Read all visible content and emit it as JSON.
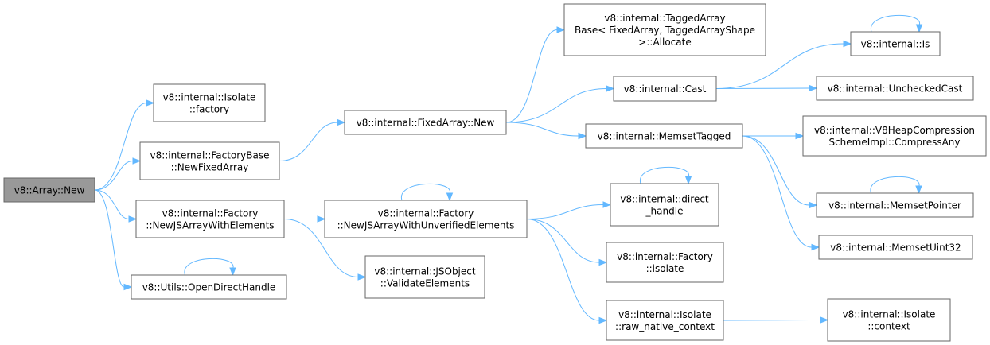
{
  "graph": {
    "edge_color": "#63b8ff",
    "node_border": "#666666",
    "root_fill": "#999999",
    "nodes": [
      {
        "id": "array_new",
        "lines": [
          "v8::Array::New"
        ],
        "root": true
      },
      {
        "id": "isolate_factory",
        "lines": [
          "v8::internal::Isolate",
          "::factory"
        ]
      },
      {
        "id": "factorybase_newfixedarray",
        "lines": [
          "v8::internal::FactoryBase",
          "::NewFixedArray"
        ]
      },
      {
        "id": "factory_newjsarraywithelements",
        "lines": [
          "v8::internal::Factory",
          "::NewJSArrayWithElements"
        ]
      },
      {
        "id": "utils_opendirecthandle",
        "lines": [
          "v8::Utils::OpenDirectHandle"
        ]
      },
      {
        "id": "fixedarray_new",
        "lines": [
          "v8::internal::FixedArray::New"
        ]
      },
      {
        "id": "factory_newjsarraywithunverified",
        "lines": [
          "v8::internal::Factory",
          "::NewJSArrayWithUnverifiedElements"
        ]
      },
      {
        "id": "jsobject_validateelements",
        "lines": [
          "v8::internal::JSObject",
          "::ValidateElements"
        ]
      },
      {
        "id": "taggedarraybase_allocate",
        "lines": [
          "v8::internal::TaggedArray",
          "Base< FixedArray, TaggedArrayShape",
          ">::Allocate"
        ]
      },
      {
        "id": "cast",
        "lines": [
          "v8::internal::Cast"
        ]
      },
      {
        "id": "memsettagged",
        "lines": [
          "v8::internal::MemsetTagged"
        ]
      },
      {
        "id": "direct_handle",
        "lines": [
          "v8::internal::direct",
          "_handle"
        ]
      },
      {
        "id": "factory_isolate",
        "lines": [
          "v8::internal::Factory",
          "::isolate"
        ]
      },
      {
        "id": "isolate_raw_native_context",
        "lines": [
          "v8::internal::Isolate",
          "::raw_native_context"
        ]
      },
      {
        "id": "is",
        "lines": [
          "v8::internal::Is"
        ]
      },
      {
        "id": "uncheckedcast",
        "lines": [
          "v8::internal::UncheckedCast"
        ]
      },
      {
        "id": "v8heapcompression_compressany",
        "lines": [
          "v8::internal::V8HeapCompression",
          "SchemeImpl::CompressAny"
        ]
      },
      {
        "id": "memsetpointer",
        "lines": [
          "v8::internal::MemsetPointer"
        ]
      },
      {
        "id": "memsetuint32",
        "lines": [
          "v8::internal::MemsetUint32"
        ]
      },
      {
        "id": "isolate_context",
        "lines": [
          "v8::internal::Isolate",
          "::context"
        ]
      }
    ],
    "edges": [
      {
        "from": "array_new",
        "to": "isolate_factory"
      },
      {
        "from": "array_new",
        "to": "factorybase_newfixedarray"
      },
      {
        "from": "array_new",
        "to": "factory_newjsarraywithelements"
      },
      {
        "from": "array_new",
        "to": "utils_opendirecthandle"
      },
      {
        "from": "factorybase_newfixedarray",
        "to": "fixedarray_new"
      },
      {
        "from": "factory_newjsarraywithelements",
        "to": "factory_newjsarraywithunverified"
      },
      {
        "from": "factory_newjsarraywithelements",
        "to": "jsobject_validateelements"
      },
      {
        "from": "utils_opendirecthandle",
        "to": "utils_opendirecthandle"
      },
      {
        "from": "fixedarray_new",
        "to": "taggedarraybase_allocate"
      },
      {
        "from": "fixedarray_new",
        "to": "cast"
      },
      {
        "from": "fixedarray_new",
        "to": "memsettagged"
      },
      {
        "from": "factory_newjsarraywithunverified",
        "to": "factory_newjsarraywithunverified"
      },
      {
        "from": "factory_newjsarraywithunverified",
        "to": "direct_handle"
      },
      {
        "from": "factory_newjsarraywithunverified",
        "to": "factory_isolate"
      },
      {
        "from": "factory_newjsarraywithunverified",
        "to": "isolate_raw_native_context"
      },
      {
        "from": "direct_handle",
        "to": "direct_handle"
      },
      {
        "from": "cast",
        "to": "is"
      },
      {
        "from": "cast",
        "to": "uncheckedcast"
      },
      {
        "from": "is",
        "to": "is"
      },
      {
        "from": "memsettagged",
        "to": "v8heapcompression_compressany"
      },
      {
        "from": "memsettagged",
        "to": "memsetpointer"
      },
      {
        "from": "memsettagged",
        "to": "memsetuint32"
      },
      {
        "from": "memsetpointer",
        "to": "memsetpointer"
      },
      {
        "from": "isolate_raw_native_context",
        "to": "isolate_context"
      }
    ]
  }
}
